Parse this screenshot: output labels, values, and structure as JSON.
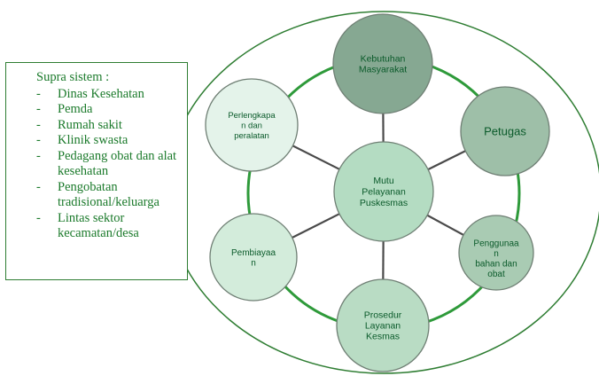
{
  "supra_system": {
    "title": "Supra sistem :",
    "items": [
      "Dinas Kesehatan",
      "Pemda",
      "Rumah sakit",
      "Klinik swasta",
      "Pedagang obat dan alat kesehatan",
      "Pengobatan tradisional/keluarga",
      "Lintas sektor kecamatan/desa"
    ]
  },
  "center": {
    "lines": [
      "Mutu",
      "Pelayanan",
      "Puskesmas"
    ]
  },
  "nodes": [
    {
      "id": "kebutuhan",
      "lines": [
        "Kebutuhan",
        "Masyarakat"
      ],
      "fill": "#86a892"
    },
    {
      "id": "petugas",
      "lines": [
        "Petugas"
      ],
      "fill": "#9ebfa8"
    },
    {
      "id": "penggunaan",
      "lines": [
        "Penggunaa",
        "n",
        "bahan dan",
        "obat"
      ],
      "fill": "#a9cbb3"
    },
    {
      "id": "prosedur",
      "lines": [
        "Prosedur",
        "Layanan",
        "Kesmas"
      ],
      "fill": "#b9dcc4"
    },
    {
      "id": "pembiayaan",
      "lines": [
        "Pembiayaa",
        "n"
      ],
      "fill": "#d3ecdb"
    },
    {
      "id": "perlengkapan",
      "lines": [
        "Perlengkapa",
        "n dan",
        "peralatan"
      ],
      "fill": "#e4f3ea"
    }
  ],
  "colors": {
    "ring": "#2e9a3a",
    "spoke": "#4a4a4a",
    "node_stroke": "#6f7f74",
    "ellipse": "#2e7d32",
    "text": "#0a5a2a"
  }
}
